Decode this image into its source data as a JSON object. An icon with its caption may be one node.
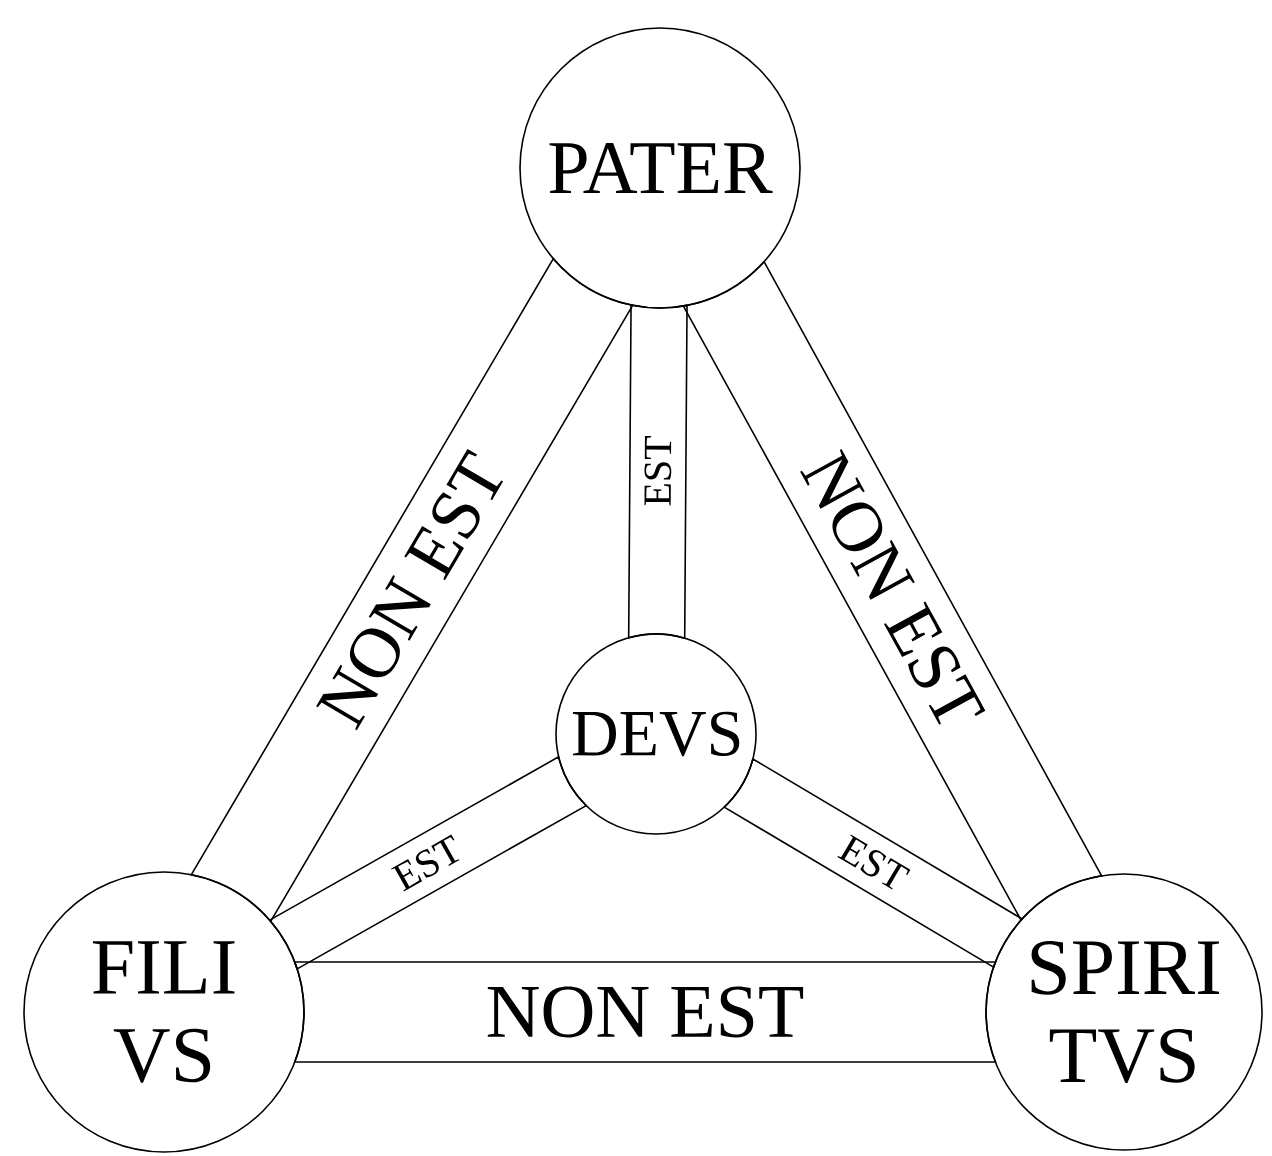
{
  "diagram": {
    "nodes": [
      {
        "text": [
          "PATER"
        ]
      },
      {
        "text": [
          "DEVS"
        ]
      },
      {
        "text": [
          "FILI VS"
        ]
      },
      {
        "text": [
          "SPIRI TVS"
        ]
      }
    ],
    "edges": [
      {
        "from": 0,
        "to": 2,
        "arrow": "none",
        "label": "NON EST"
      },
      {
        "from": 0,
        "to": 1,
        "arrow": "none",
        "label": "EST"
      },
      {
        "from": 0,
        "to": 3,
        "arrow": "none",
        "label": "NON EST"
      },
      {
        "from": 2,
        "to": 1,
        "arrow": "none",
        "label": "EST"
      },
      {
        "from": 1,
        "to": 3,
        "arrow": "none",
        "label": "EST"
      },
      {
        "from": 2,
        "to": 3,
        "arrow": "none",
        "label": "NON EST"
      }
    ]
  }
}
